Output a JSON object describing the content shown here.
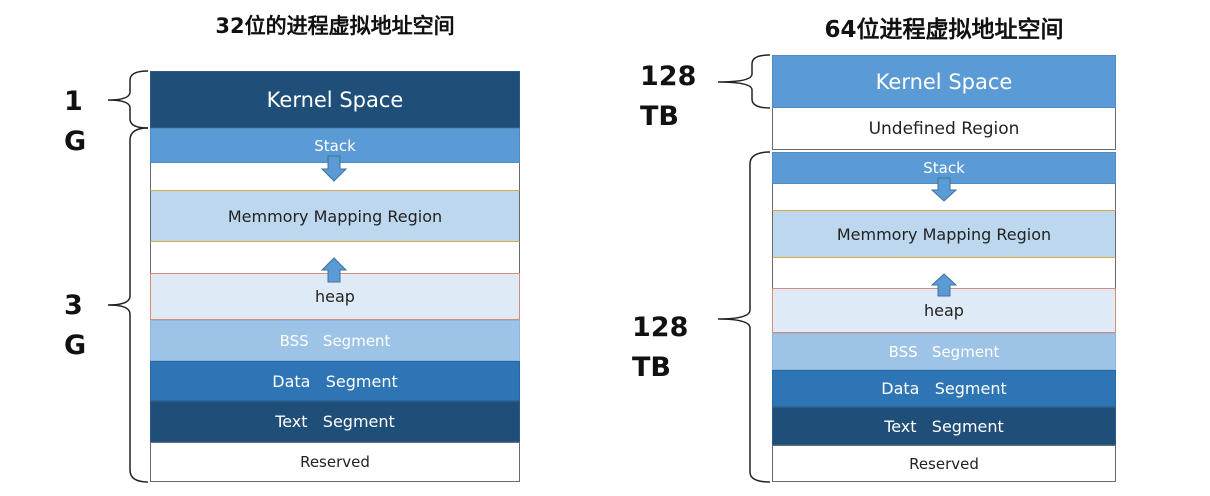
{
  "left": {
    "title": "32位的进程虚拟地址空间",
    "kernel": "Kernel Space",
    "stack": "Stack",
    "mmap": "Memmory Mapping Region",
    "heap": "heap",
    "bss": "BSS   Segment",
    "data": "Data   Segment",
    "text": "Text   Segment",
    "reserved": "Reserved",
    "kernel_size": "1G",
    "user_size": "3G"
  },
  "right": {
    "title": "64位进程虚拟地址空间",
    "kernel": "Kernel Space",
    "undefined": "Undefined Region",
    "stack": "Stack",
    "mmap": "Memmory Mapping Region",
    "heap": "heap",
    "bss": "BSS   Segment",
    "data": "Data   Segment",
    "text": "Text   Segment",
    "reserved": "Reserved",
    "kernel_size": "128TB",
    "user_size": "128TB"
  },
  "colors": {
    "dark": "#1f4e79",
    "mid": "#2e75b6",
    "stack": "#5b9bd5",
    "bss": "#9dc3e6",
    "mmap": "#bdd7ee",
    "heap": "#deebf7",
    "arrow": "#5b9bd5"
  }
}
